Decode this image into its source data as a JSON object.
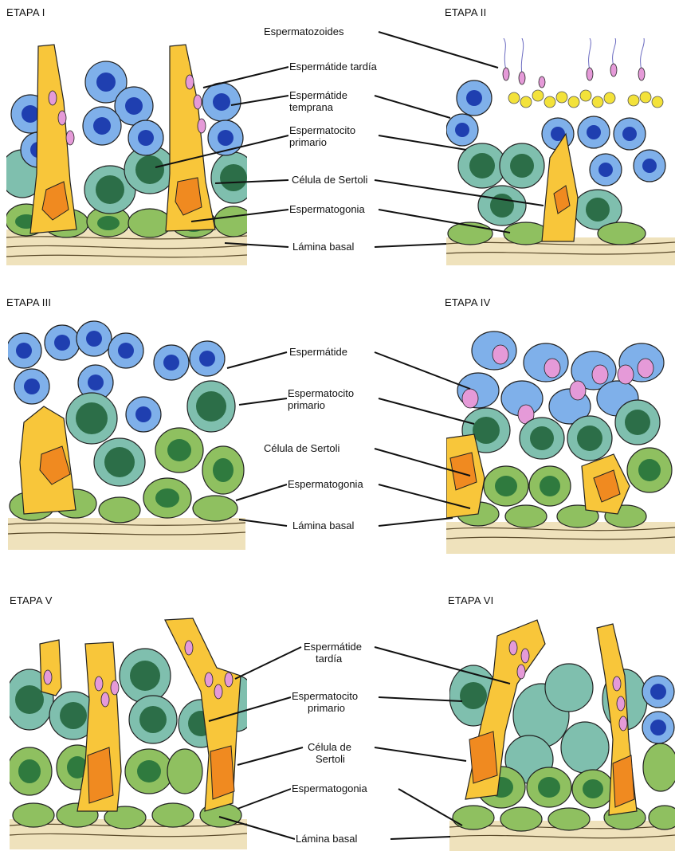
{
  "colors": {
    "spermatid_blue": "#7fb0ea",
    "nucleus_blue": "#1f3fb0",
    "spermatocyte_teal": "#7fbfae",
    "chromatin_green": "#2c6e48",
    "spermatogonia_green": "#8fc060",
    "sertoli_yellow": "#f8c63a",
    "sertoli_nucleus_orange": "#f08a20",
    "late_spermatid_pink": "#e59ad8",
    "basal_lamina_tan": "#efe2bc"
  },
  "stages": [
    {
      "title": "ETAPA I",
      "labels": [
        "Espermátide tardía",
        "Espermátide",
        "temprana",
        "Espermatocito",
        "primario",
        "Célula de Sertoli",
        "Espermatogonia",
        "Lámina basal"
      ]
    },
    {
      "title": "ETAPA II",
      "labels": [
        "Espermatozoides"
      ]
    },
    {
      "title": "ETAPA III",
      "labels": [
        "Espermátide",
        "Espermatocito",
        "primario",
        "Célula de Sertoli",
        "Espermatogonia",
        "Lámina basal"
      ]
    },
    {
      "title": "ETAPA IV",
      "labels": []
    },
    {
      "title": "ETAPA V",
      "labels": [
        "Espermátide",
        "tardía",
        "Espermatocito",
        "primario",
        "Célula de",
        "Sertoli",
        "Espermatogonia",
        "Lámina basal"
      ]
    },
    {
      "title": "ETAPA VI",
      "labels": []
    }
  ]
}
